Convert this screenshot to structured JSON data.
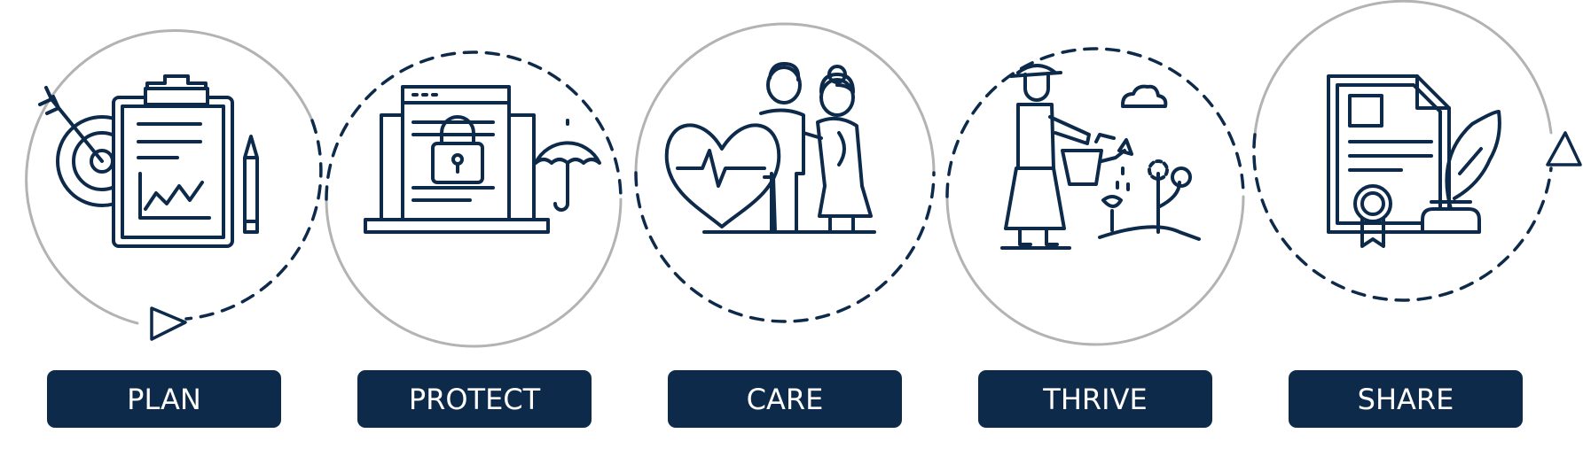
{
  "colors": {
    "navy": "#0d2a4b",
    "circle_gray": "#b3b3b3",
    "background": "#ffffff"
  },
  "steps": [
    {
      "label": "PLAN",
      "icon": "clipboard-target-pencil-icon"
    },
    {
      "label": "PROTECT",
      "icon": "laptop-lock-umbrella-icon"
    },
    {
      "label": "CARE",
      "icon": "heart-elderly-couple-icon"
    },
    {
      "label": "THRIVE",
      "icon": "gardener-watering-plants-icon"
    },
    {
      "label": "SHARE",
      "icon": "document-seal-quill-icon"
    }
  ],
  "arrows": [
    "play-arrow-icon",
    "play-arrow-icon"
  ]
}
